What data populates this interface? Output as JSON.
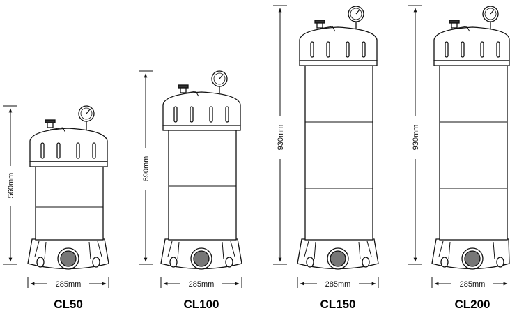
{
  "filters": [
    {
      "model": "CL50",
      "height_label": "560mm",
      "width_label": "285mm",
      "body_sections": 2
    },
    {
      "model": "CL100",
      "height_label": "690mm",
      "width_label": "285mm",
      "body_sections": 2
    },
    {
      "model": "CL150",
      "height_label": "930mm",
      "width_label": "285mm",
      "body_sections": 3
    },
    {
      "model": "CL200",
      "height_label": "930mm",
      "width_label": "285mm",
      "body_sections": 3
    }
  ]
}
